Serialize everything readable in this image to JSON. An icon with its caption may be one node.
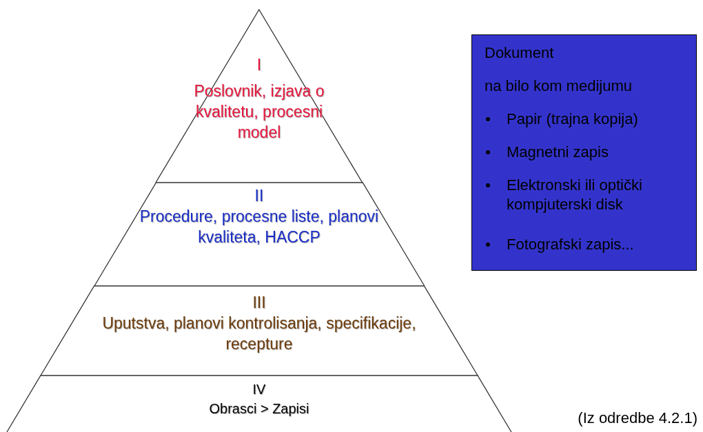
{
  "diagram": {
    "nodes": [
      {
        "text": [
          "I",
          "Poslovnik, izjava o kvalitetu, procesni model"
        ]
      },
      {
        "text": [
          "II",
          "Procedure, procesne liste, planovi kvaliteta, HACCP"
        ]
      },
      {
        "text": [
          "III",
          "Uputstva, planovi kontrolisanja, specifikacije, recepture"
        ]
      },
      {
        "text": [
          "IV",
          "Obrasci > Zapisi"
        ]
      },
      {
        "text": [
          "Dokument",
          "na bilo kom medijumu",
          "Papir (trajna kopija)",
          "Magnetni zapis",
          "Elektronski ili optički kompjuterski disk",
          "Fotografski zapis..."
        ]
      }
    ],
    "edges": [],
    "labels": [
      "(Iz odredbe 4.2.1)"
    ]
  }
}
